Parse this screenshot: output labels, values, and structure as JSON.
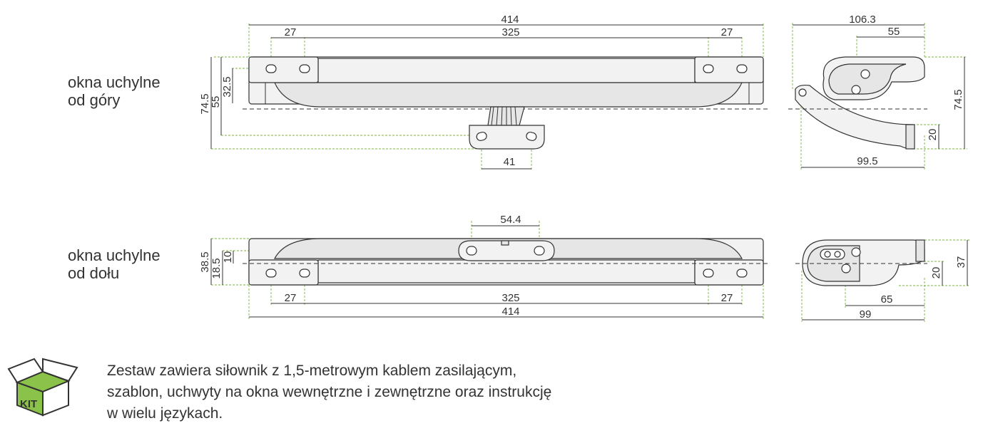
{
  "labels": {
    "top_line1": "okna uchylne",
    "top_line2": "od góry",
    "bottom_line1": "okna uchylne",
    "bottom_line2": "od dołu"
  },
  "dims_top": {
    "total": "414",
    "inner": "325",
    "left": "27",
    "right": "27",
    "h_outer": "74.5",
    "h_mid": "55",
    "h_inner": "32.5",
    "bracket": "41"
  },
  "dims_side_top": {
    "width": "106.3",
    "offset": "55",
    "height": "74.5",
    "arm_h": "20",
    "arm_w": "99.5"
  },
  "dims_bottom": {
    "hole_spacing": "54.4",
    "h_outer": "38.5",
    "h_mid": "18.5",
    "h_inner": "10",
    "left": "27",
    "inner": "325",
    "right": "27",
    "total": "414"
  },
  "dims_side_bottom": {
    "height": "37",
    "inner_h": "20",
    "offset": "65",
    "width": "99"
  },
  "description": {
    "line1": "Zestaw zawiera siłownik z 1,5-metrowym kablem zasilającym,",
    "line2": "szablon, uchwyty na okna wewnętrzne i zewnętrzne oraz instrukcję",
    "line3": "w wielu językach."
  },
  "colors": {
    "guide": "#7cb342",
    "logo_green": "#8bc34a"
  },
  "logo_text": "KIT",
  "icons": [
    "box-logo-icon"
  ]
}
